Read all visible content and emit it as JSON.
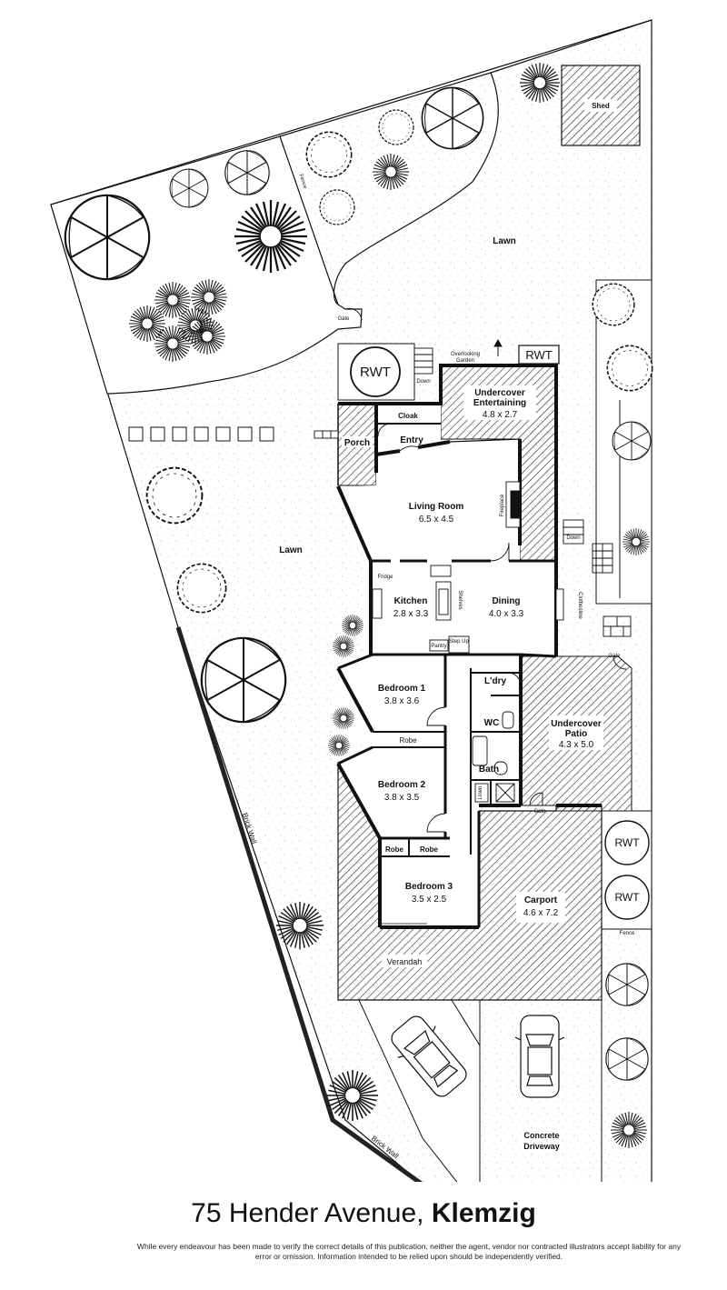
{
  "title": {
    "street": "75 Hender Avenue,",
    "suburb": "Klemzig"
  },
  "disclaimer": "While every endeavour has been made to verify the correct details of this publication, neither the agent, vendor nor contracted illustrators accept liability for any error or omission. Information intended to be relied upon should be independently verified.",
  "rooms": {
    "undercover_entertaining": {
      "name_1": "Undercover",
      "name_2": "Entertaining",
      "dims": "4.8 x 2.7"
    },
    "living_room": {
      "name": "Living Room",
      "dims": "6.5 x 4.5"
    },
    "kitchen": {
      "name": "Kitchen",
      "dims": "2.8 x 3.3"
    },
    "dining": {
      "name": "Dining",
      "dims": "4.0 x 3.3"
    },
    "bedroom_1": {
      "name": "Bedroom 1",
      "dims": "3.8 x 3.6"
    },
    "bedroom_2": {
      "name": "Bedroom 2",
      "dims": "3.8 x 3.5"
    },
    "bedroom_3": {
      "name": "Bedroom 3",
      "dims": "3.5 x 2.5"
    },
    "undercover_patio": {
      "name_1": "Undercover",
      "name_2": "Patio",
      "dims": "4.3 x 5.0"
    },
    "carport": {
      "name": "Carport",
      "dims": "4.6 x 7.2"
    },
    "porch": "Porch",
    "entry": "Entry",
    "cloak": "Cloak",
    "laundry": "L'dry",
    "wc": "WC",
    "bath": "Bath",
    "robe_1": "Robe",
    "robe_2a": "Robe",
    "robe_2b": "Robe",
    "verandah": "Verandah",
    "shed": "Shed"
  },
  "labels": {
    "lawn_top": "Lawn",
    "lawn_left": "Lawn",
    "rwt_1": "RWT",
    "rwt_2": "RWT",
    "rwt_3": "RWT",
    "rwt_4": "RWT",
    "fence_1": "Fence",
    "fence_2": "Fence",
    "gate_1": "Gate",
    "gate_2": "Gate",
    "gate_3": "Gate",
    "overlooking_garden_1": "Overlooking",
    "overlooking_garden_2": "Garden",
    "brick_wall_1": "Brick Wall",
    "brick_wall_2": "Brick Wall",
    "concrete_1": "Concrete",
    "concrete_2": "Driveway",
    "fireplace": "Fireplace",
    "clothesline": "Clothesline",
    "pantry": "Pantry",
    "step_up": "Step Up",
    "shelves": "Shelves",
    "linen": "Linen",
    "down_1": "Down",
    "down_2": "Down",
    "fridge": "Fridge"
  }
}
